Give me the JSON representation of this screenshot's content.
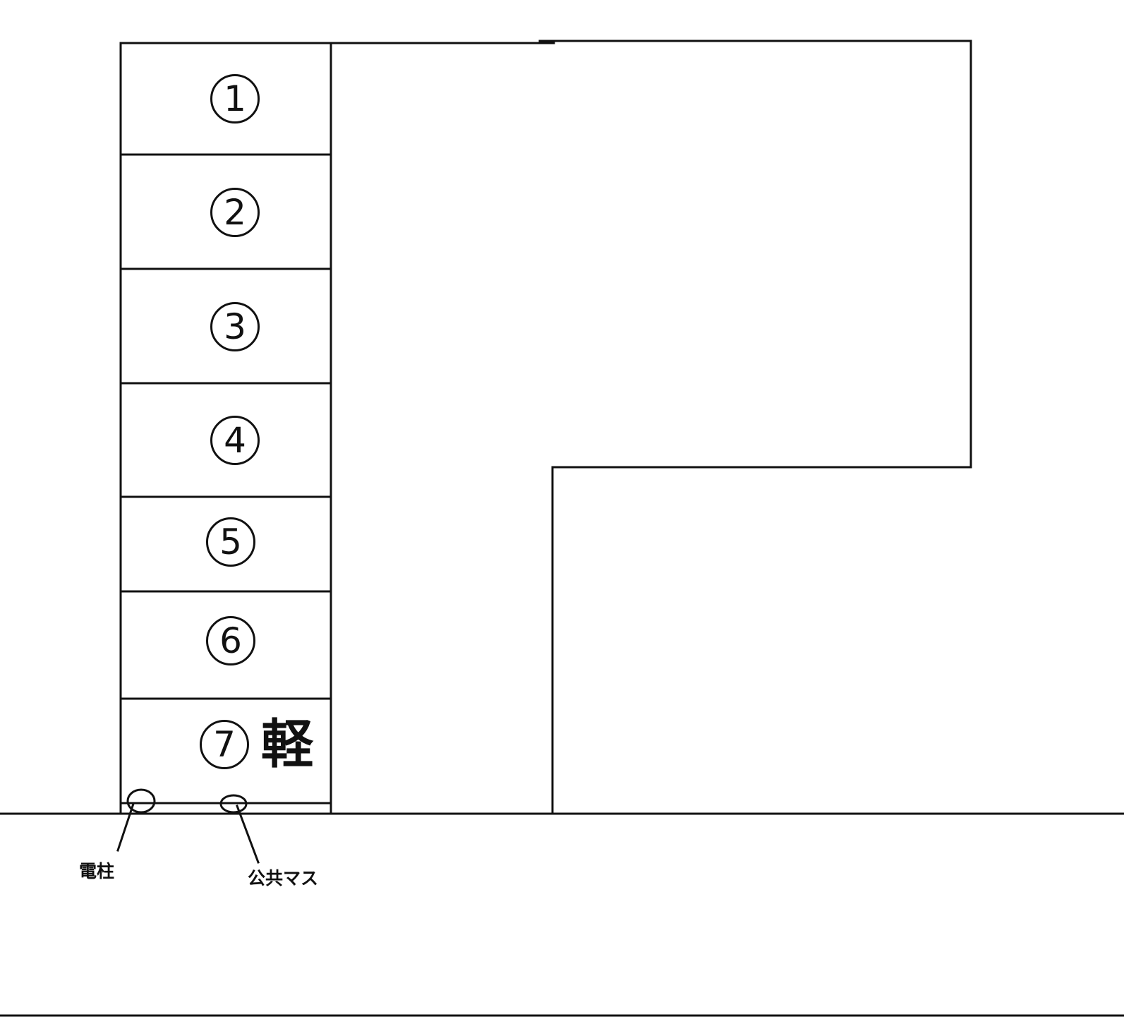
{
  "diagram": {
    "type": "parking-lot-layout",
    "stroke_color": "#111111",
    "background_color": "#ffffff",
    "parking_stalls": [
      {
        "number": "1",
        "label": "①",
        "kei": ""
      },
      {
        "number": "2",
        "label": "②",
        "kei": ""
      },
      {
        "number": "3",
        "label": "③",
        "kei": ""
      },
      {
        "number": "4",
        "label": "④",
        "kei": ""
      },
      {
        "number": "5",
        "label": "⑤",
        "kei": ""
      },
      {
        "number": "6",
        "label": "⑥",
        "kei": ""
      },
      {
        "number": "7",
        "label": "⑦",
        "kei": "軽"
      }
    ],
    "callouts": {
      "utility_pole": "電柱",
      "public_drain": "公共マス"
    },
    "building": {
      "shape": "L-shaped outline"
    },
    "road": {
      "description": "road band along the bottom of the lot"
    }
  }
}
